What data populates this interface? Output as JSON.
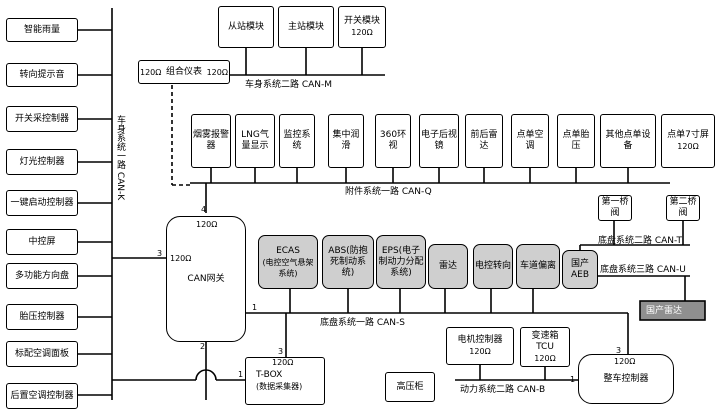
{
  "left_nodes": [
    "智能雨量",
    "转向提示音",
    "开关采控制器",
    "灯光控制器",
    "一键启动控制器",
    "中控屏",
    "多功能方向盘",
    "胎压控制器",
    "标配空调面板",
    "后置空调控制器"
  ],
  "top_modules": {
    "slave": "从站模块",
    "master": "主站模块",
    "switch": "开关模块",
    "switch_r": "120Ω"
  },
  "cluster": {
    "label": "组合仪表",
    "r_left": "120Ω",
    "r_right": "120Ω"
  },
  "accessory": [
    {
      "label": "烟雾报警器"
    },
    {
      "label": "LNG气量显示"
    },
    {
      "label": "监控系统"
    },
    {
      "label": "集中润滑"
    },
    {
      "label": "360环视"
    },
    {
      "label": "电子后视镜"
    },
    {
      "label": "前后雷达"
    },
    {
      "label": "点单空调"
    },
    {
      "label": "点单胎压"
    },
    {
      "label": "其他点单设备"
    },
    {
      "label": "点单7寸屏",
      "r": "120Ω"
    }
  ],
  "gateway": {
    "label": "CAN网关",
    "r_top": "120Ω",
    "r_left": "120Ω",
    "pin4": "4",
    "pin3": "3",
    "pin1": "1",
    "pin2": "2"
  },
  "chassis": [
    {
      "label": "ECAS",
      "sub": "(电控空气悬架系统)"
    },
    {
      "label": "ABS(防抱死制动系统)"
    },
    {
      "label": "EPS(电子制动力分配系统)"
    },
    {
      "label": "雷达"
    },
    {
      "label": "电控转向"
    },
    {
      "label": "车道偏离"
    },
    {
      "label": "国产AEB"
    }
  ],
  "valves": {
    "v1": "第一桥阀",
    "v2": "第二桥阀",
    "domestic": "国产雷达"
  },
  "tbox": {
    "label": "T-BOX",
    "sub": "(数据采集器)",
    "r": "120Ω",
    "pin3": "3",
    "pin1": "1"
  },
  "powertrain": {
    "motor": "电机控制器",
    "motor_r": "120Ω",
    "tcu": "变速箱 TCU",
    "tcu_r": "120Ω",
    "hv": "高压柜",
    "vcu": "整车控制器",
    "vcu_r": "120Ω",
    "vcu_pin1": "1",
    "vcu_pin3": "3"
  },
  "bus_labels": {
    "body1": "车身系统一路 CAN-K",
    "body2": "车身系统二路 CAN-M",
    "accessory": "附件系统一路 CAN-Q",
    "chassis1": "底盘系统一路 CAN-S",
    "chassis2": "底盘系统二路 CAN-T",
    "chassis3": "底盘系统三路 CAN-U",
    "power": "动力系统二路 CAN-B"
  }
}
